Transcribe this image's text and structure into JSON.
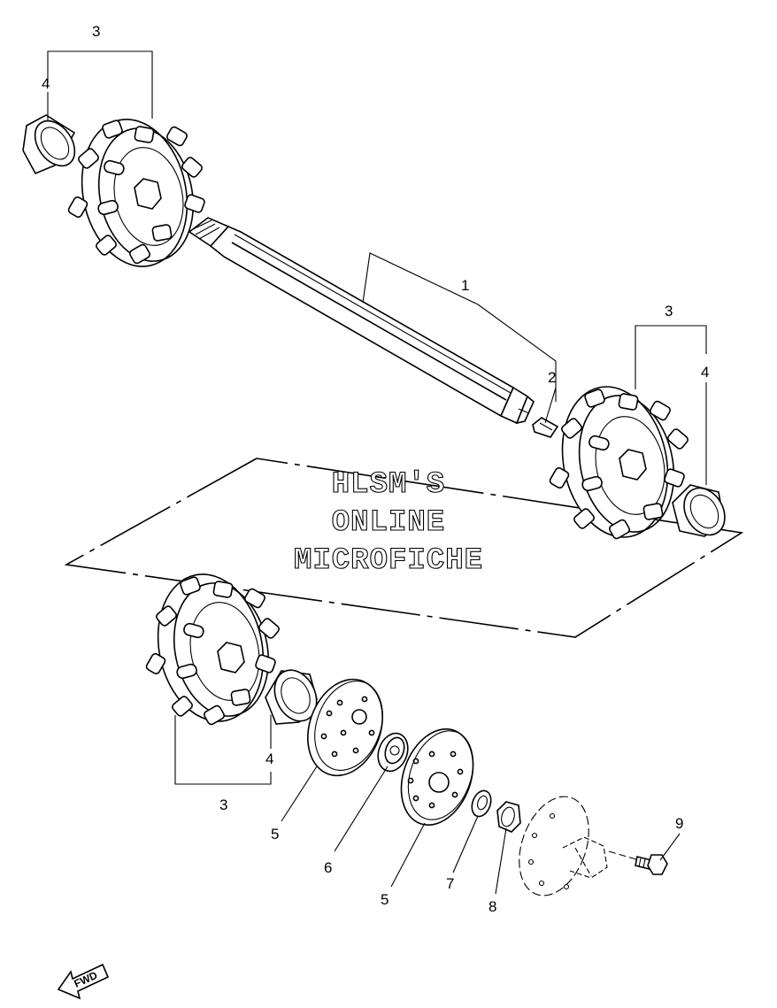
{
  "callouts": {
    "c1": "1",
    "c2": "2",
    "c3_top_left": "3",
    "c4_top_left": "4",
    "c3_right": "3",
    "c4_right": "4",
    "c4_lower": "4",
    "c3_lower": "3",
    "c5_left": "5",
    "c6": "6",
    "c5_right": "5",
    "c7": "7",
    "c8": "8",
    "c9": "9"
  },
  "watermark": {
    "line1": "HLSM'S",
    "line2": "ONLINE",
    "line3": "MICROFICHE"
  },
  "fwd_label": "FWD"
}
